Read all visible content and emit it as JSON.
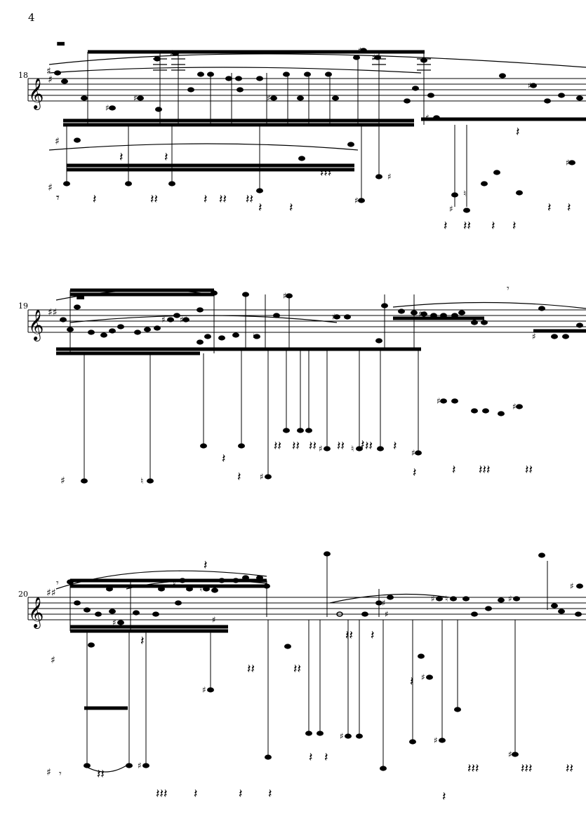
{
  "page": {
    "number": "4"
  },
  "systems": [
    {
      "measure": "18"
    },
    {
      "measure": "19"
    },
    {
      "measure": "20"
    }
  ],
  "glyphs": {
    "treble_clef": "𝄞",
    "sharp": "♯",
    "natural": "♮",
    "quarter_rest": "𝄽",
    "eighth_rest": "𝄾"
  }
}
